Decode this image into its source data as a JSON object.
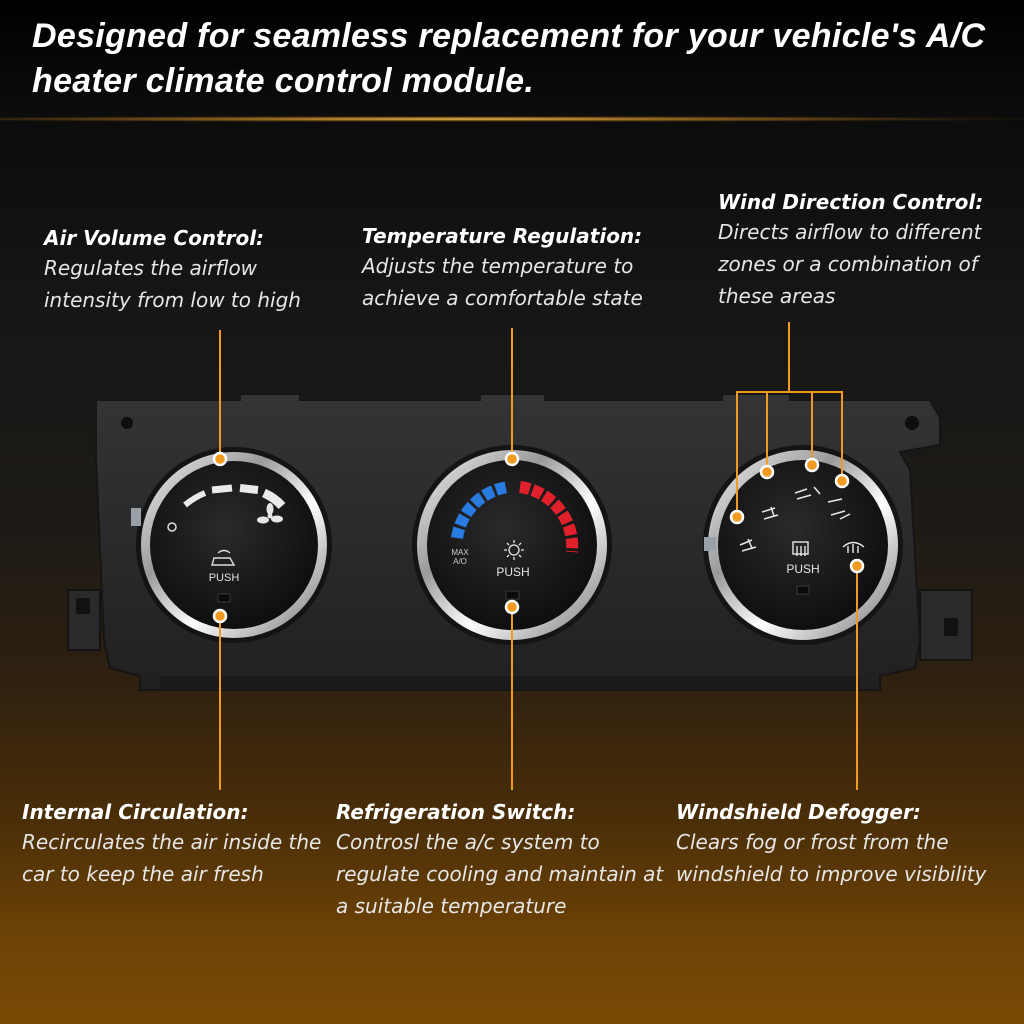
{
  "headline": "Designed for seamless replacement for your vehicle's A/C heater climate control module.",
  "colors": {
    "accent": "#f29a1f",
    "cold": "#2a7be0",
    "hot": "#e0202a",
    "panel": "#2c2c2e"
  },
  "callouts": {
    "air_volume": {
      "title": "Air Volume Control:",
      "description": "Regulates the airflow intensity from low to high"
    },
    "temperature": {
      "title": "Temperature Regulation:",
      "description": "Adjusts the temperature to achieve a comfortable state"
    },
    "wind_direction": {
      "title": "Wind Direction Control:",
      "description": "Directs airflow to different zones or a combination of these areas"
    },
    "internal_circulation": {
      "title": "Internal Circulation:",
      "description": "Recirculates the air inside the car to keep the air fresh"
    },
    "refrigeration": {
      "title": "Refrigeration Switch:",
      "description": "Controsl the a/c system to regulate cooling and maintain at a suitable temperature"
    },
    "defogger": {
      "title": "Windshield Defogger:",
      "description": "Clears fog or frost from the windshield to improve visibility"
    }
  },
  "panel": {
    "left_knob_label": "PUSH",
    "center_knob_label": "PUSH",
    "right_knob_label": "PUSH",
    "max_label": "MAX",
    "ac_label": "A/O"
  }
}
